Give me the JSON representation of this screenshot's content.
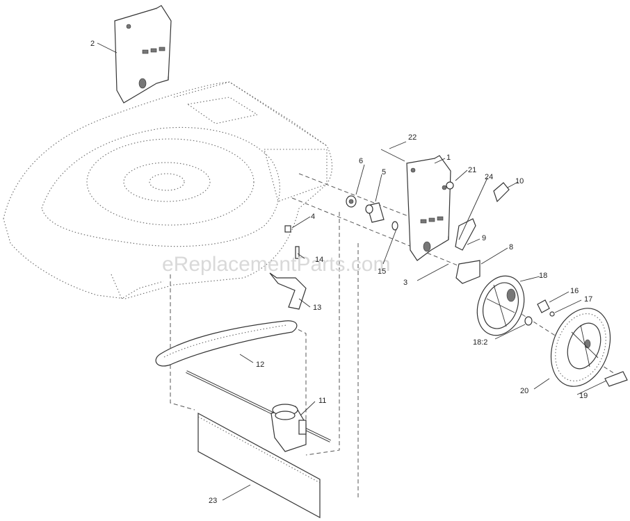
{
  "watermark": "eReplacementParts.com",
  "callouts": {
    "c1": "1",
    "c2": "2",
    "c3": "3",
    "c4": "4",
    "c5": "5",
    "c6": "6",
    "c8": "8",
    "c9": "9",
    "c10": "10",
    "c11": "11",
    "c12": "12",
    "c13": "13",
    "c14": "14",
    "c15": "15",
    "c16": "16",
    "c17": "17",
    "c18": "18",
    "c18_2": "18:2",
    "c19": "19",
    "c20": "20",
    "c21": "21",
    "c22": "22",
    "c23": "23",
    "c24": "24"
  }
}
